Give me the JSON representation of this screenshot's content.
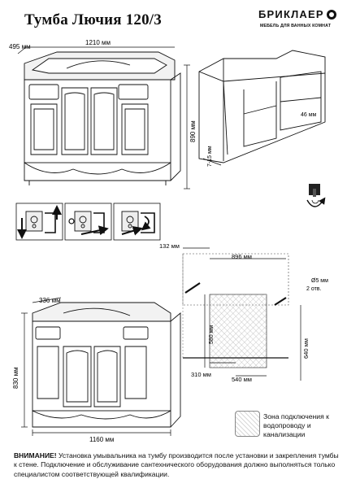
{
  "header": {
    "title": "Тумба Лючия 120/3",
    "brand": "БРИКЛАЕР",
    "tagline": "МЕБЕЛЬ ДЛЯ ВАННЫХ КОМНАТ"
  },
  "dims": {
    "depth_top": "495 мм",
    "width_top": "1210 мм",
    "height_top": "890 мм",
    "back_gap": "46 мм",
    "leg_height": "7-15 мм",
    "depth_bottom": "336 мм",
    "height_bottom": "830 мм",
    "width_bottom": "1160 мм",
    "offset_left": "132 мм",
    "hole_spacing": "896 мм",
    "hole_diameter": "Ø5 мм",
    "hole_count": "2 отв.",
    "zone_height": "580 мм",
    "mount_height": "640 мм",
    "zone_offset": "310 мм",
    "zone_width": "540 мм"
  },
  "legend": {
    "zone": "Зона подключения к водопроводу и канализации"
  },
  "notes": {
    "lead": "ВНИМАНИЕ!",
    "text": "Установка умывальника на тумбу производится после установки и закрепления тумбы к стене. Подключение и обслуживание сантехнического оборудования должно выполняться только специалистом соответствующей квалификации."
  }
}
